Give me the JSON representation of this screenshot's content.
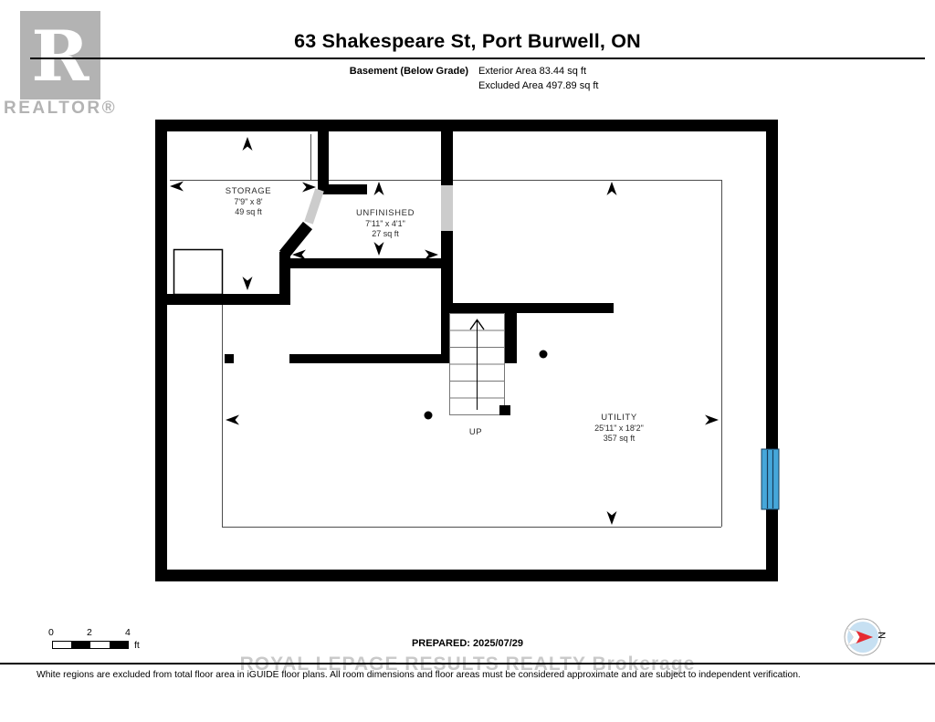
{
  "header": {
    "title": "63 Shakespeare St, Port Burwell, ON",
    "floor_label": "Basement (Below Grade)",
    "exterior_area": "Exterior Area 83.44 sq ft",
    "excluded_area": "Excluded Area 497.89 sq ft"
  },
  "logo": {
    "letter": "R",
    "brand": "REALTOR®"
  },
  "floorplan": {
    "rooms": [
      {
        "name": "STORAGE",
        "dims": "7'9\" x 8'",
        "area": "49 sq ft"
      },
      {
        "name": "UNFINISHED",
        "dims": "7'11\" x 4'1\"",
        "area": "27 sq ft"
      },
      {
        "name": "UTILITY",
        "dims": "25'11\" x 18'2\"",
        "area": "357 sq ft"
      }
    ],
    "stairs_label": "UP"
  },
  "footer": {
    "scale": {
      "n0": "0",
      "n2": "2",
      "n4": "4",
      "unit": "ft"
    },
    "prepared": "PREPARED: 2025/07/29",
    "watermark": "ROYAL LEPAGE RESULTS REALTY  Brokerage",
    "disclaimer": "White regions are excluded from total floor area in iGUIDE floor plans. All room dimensions and floor areas must be considered approximate and are subject to independent verification."
  },
  "compass": {
    "north_label": "N"
  },
  "colors": {
    "wall": "#000000",
    "window_blue": "#46a7da",
    "door_gray": "#cccccc",
    "watermark_gray": "#c9c9c9",
    "logo_gray": "#b3b3b3",
    "compass_red": "#e62b32",
    "compass_disc_blue": "#c7e0f2"
  }
}
